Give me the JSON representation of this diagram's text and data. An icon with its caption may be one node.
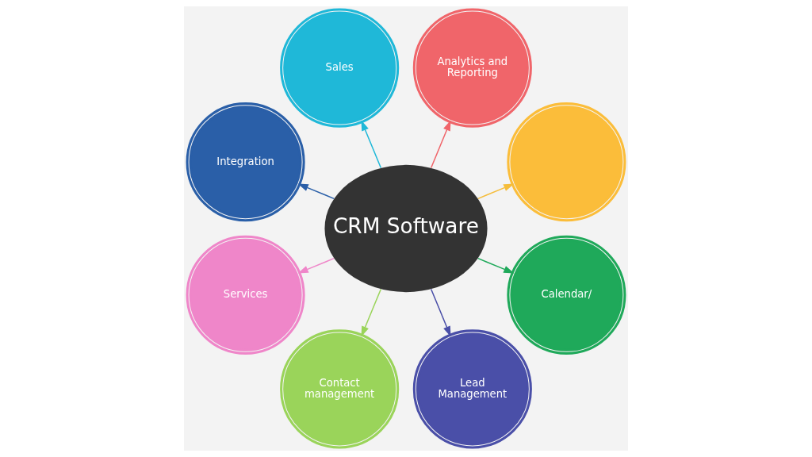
{
  "diagram": {
    "nodes": [
      {
        "text": [
          "CRM Software"
        ]
      },
      {
        "text": [],
        "shape": "circle"
      },
      {
        "text": [
          "Analytics and Reporting"
        ]
      },
      {
        "text": [
          "Sales"
        ]
      },
      {
        "text": [
          "Integration"
        ]
      },
      {
        "text": [
          "Services"
        ]
      },
      {
        "text": [
          "Contact management"
        ]
      },
      {
        "text": [
          "Lead Management"
        ]
      },
      {
        "text": [
          "Calendar/"
        ]
      }
    ],
    "edges": [
      {
        "from": 0,
        "to": 1,
        "arrow": "to",
        "color": "#f5bd3b"
      },
      {
        "from": 0,
        "to": 2,
        "arrow": "to",
        "color": "#f0656a"
      },
      {
        "from": 0,
        "to": 3,
        "arrow": "to",
        "color": "#1fb8d8"
      },
      {
        "from": 0,
        "to": 4,
        "arrow": "to",
        "color": "#2a5fa8"
      },
      {
        "from": 0,
        "to": 5,
        "arrow": "to",
        "color": "#ef86c9"
      },
      {
        "from": 0,
        "to": 6,
        "arrow": "to",
        "color": "#9ad45a"
      },
      {
        "from": 0,
        "to": 7,
        "arrow": "to",
        "color": "#4a4fa8"
      },
      {
        "from": 0,
        "to": 8,
        "arrow": "to",
        "color": "#1fa95a"
      }
    ]
  }
}
